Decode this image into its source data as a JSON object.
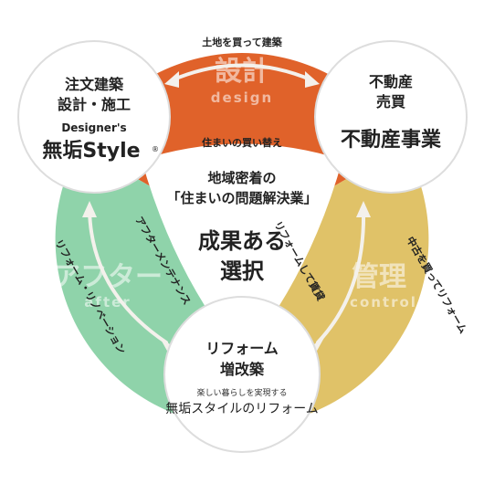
{
  "colors": {
    "design_segment": "#E0622A",
    "management_segment": "#E0C268",
    "after_segment": "#8FD3AA",
    "circle_fill": "#ffffff",
    "circle_stroke": "#dddddd",
    "arrow": "#f4f1ec"
  },
  "segments": {
    "design": {
      "watermark_jp": "設計",
      "watermark_en": "design",
      "top_label": "土地を買って建築",
      "bottom_label": "住まいの買い替え"
    },
    "management": {
      "watermark_jp": "管理",
      "watermark_en": "control",
      "label_inner": "リフォームして賃貸",
      "label_outer": "中古を買ってリフォーム"
    },
    "after": {
      "watermark_jp": "アフター",
      "watermark_en": "after",
      "label_inner": "アフターメンテナンス",
      "label_outer": "リフォーム・リノベーション"
    }
  },
  "circles": {
    "architecture": {
      "title_line1": "注文建築",
      "title_line2": "設計・施工",
      "brand_sub": "Designer's",
      "brand_main": "無垢Style",
      "brand_mark": "®"
    },
    "realestate": {
      "title_line1": "不動産",
      "title_line2": "売買",
      "business": "不動産事業"
    },
    "reform": {
      "title_line1": "リフォーム",
      "title_line2": "増改築",
      "tagline": "楽しい暮らしを実現する",
      "brand": "無垢スタイルのリフォーム"
    }
  },
  "center": {
    "line1": "地域密着の",
    "line2": "「住まいの問題解決業」",
    "result1": "成果ある",
    "result2": "選択"
  }
}
